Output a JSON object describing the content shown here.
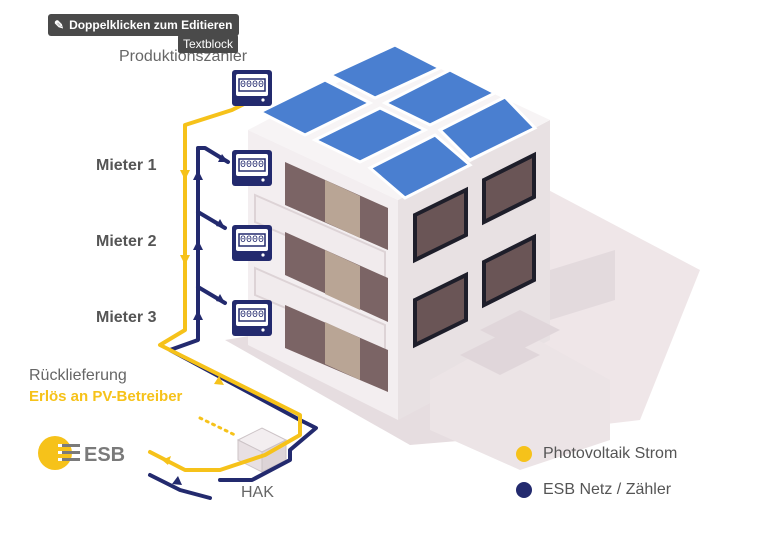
{
  "editor": {
    "hint": "Doppelklicken zum Editieren",
    "element_type": "Textblock"
  },
  "labels": {
    "production_meter": "Produktionszähler",
    "tenant_1": "Mieter 1",
    "tenant_2": "Mieter 2",
    "tenant_3": "Mieter 3",
    "feed_in": "Rücklieferung",
    "revenue": "Erlös an PV-Betreiber",
    "utility": "ESB",
    "hak": "HAK"
  },
  "legend": [
    {
      "label": "Photovoltaik Strom",
      "color": "#f6c21a"
    },
    {
      "label": "ESB Netz / Zähler",
      "color": "#232a6e"
    }
  ],
  "meter_display": "0000",
  "colors": {
    "pv": "#f6c21a",
    "grid": "#232a6e",
    "building": "#e8e1e3",
    "shadow": "#efe7e9"
  }
}
